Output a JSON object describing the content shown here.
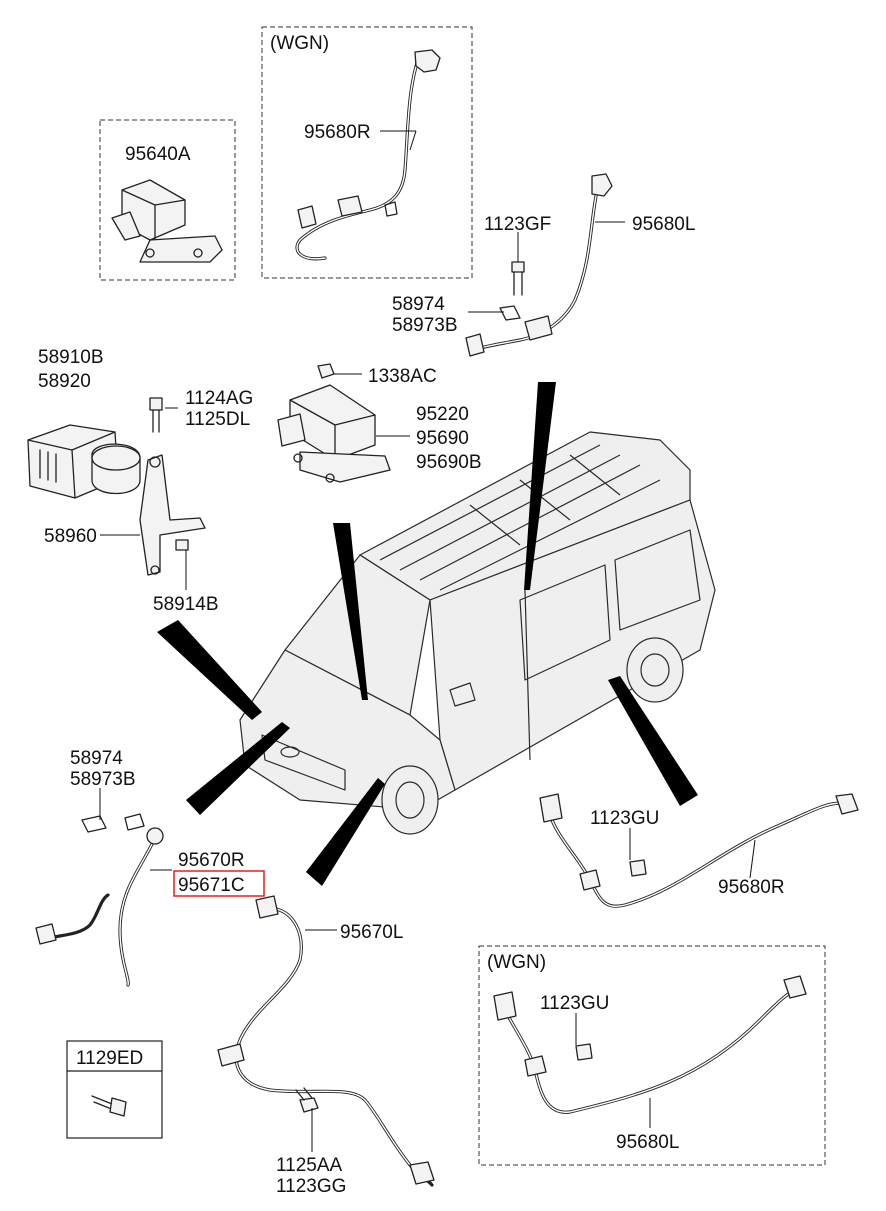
{
  "labels": {
    "wgn_top": "(WGN)",
    "p95680R_top": "95680R",
    "p95640A": "95640A",
    "p1123GF": "1123GF",
    "p95680L_top": "95680L",
    "p58974_top": "58974",
    "p58973B_top": "58973B",
    "p58910B": "58910B",
    "p58920": "58920",
    "p1124AG": "1124AG",
    "p1125DL": "1125DL",
    "p1338AC": "1338AC",
    "p95220": "95220",
    "p95690": "95690",
    "p95690B": "95690B",
    "p58960": "58960",
    "p58914B": "58914B",
    "p58974_bot": "58974",
    "p58973B_bot": "58973B",
    "p95670R": "95670R",
    "p95671C": "95671C",
    "p1123GU_mid": "1123GU",
    "p95680R_mid": "95680R",
    "p95670L": "95670L",
    "wgn_bot": "(WGN)",
    "p1123GU_bot": "1123GU",
    "p95680L_bot": "95680L",
    "p1129ED": "1129ED",
    "p1125AA": "1125AA",
    "p1123GG": "1123GG"
  },
  "highlight_color": "#e02020"
}
